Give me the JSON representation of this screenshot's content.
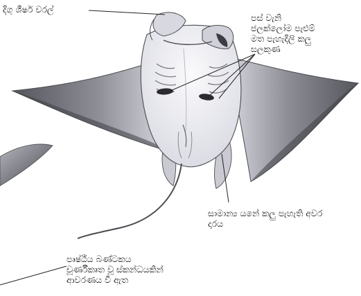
{
  "labels": {
    "cephalic_fin": "දිගු ශීර්ෂ වරල්",
    "gill_spots": [
      "පස් වැනි",
      "ජලක්ලෝම පැළුම්",
      "මත පැහැදිලි කලු",
      "සලකුණ"
    ],
    "trailing_edge": [
      "සාමාන්‍ය යනේ කලු පැහැති අවර",
      "දාරය"
    ],
    "stinger": [
      "පෘෂ්ඨීය බණ්ටකය",
      "චූර්ණීකෘත වූ ස්කන්ධයකින්",
      "ආවරණය වී ඇත"
    ]
  },
  "colors": {
    "body": "#ececf2",
    "fin_shade": "#9a9ba3",
    "fin_dark": "#56575d",
    "outline": "#4a4a50"
  }
}
